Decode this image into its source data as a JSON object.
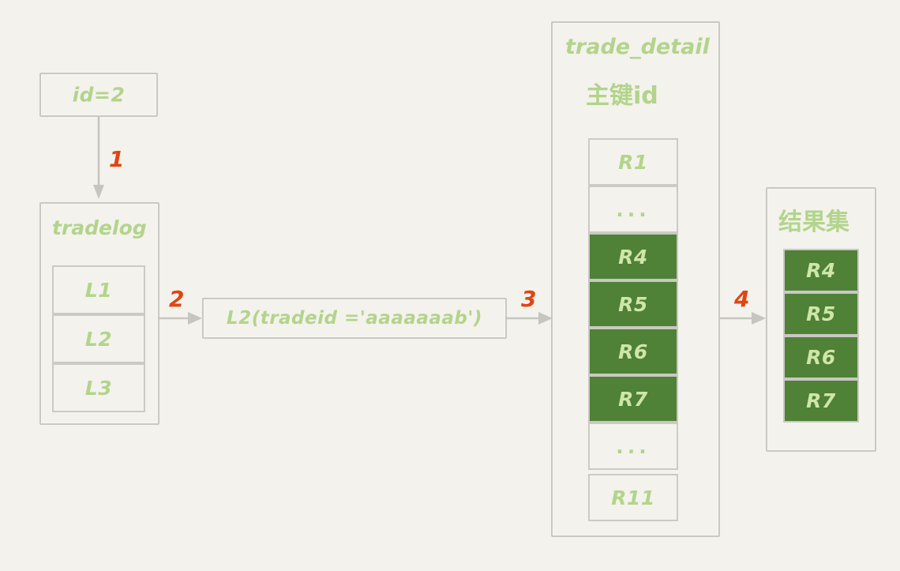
{
  "diagram": {
    "title": "index lookup / back-to-table query flow",
    "background_color": "#f4f2ec",
    "accent_green": "#4f8137",
    "text_green": "#b2d48c",
    "step_color": "#e04512",
    "border_color": "#c9c8c2"
  },
  "input_box": {
    "label": "id=2"
  },
  "tradelog": {
    "title": "tradelog",
    "rows": [
      {
        "label": "L1",
        "highlighted": false
      },
      {
        "label": "L2",
        "highlighted": false
      },
      {
        "label": "L3",
        "highlighted": false
      }
    ]
  },
  "query_box": {
    "label": "L2(tradeid ='aaaaaaab')"
  },
  "trade_detail": {
    "title_line1": "trade_detail",
    "title_line2": "主键id",
    "rows": [
      {
        "label": "R1",
        "highlighted": false
      },
      {
        "label": "...",
        "highlighted": false
      },
      {
        "label": "R4",
        "highlighted": true
      },
      {
        "label": "R5",
        "highlighted": true
      },
      {
        "label": "R6",
        "highlighted": true
      },
      {
        "label": "R7",
        "highlighted": true
      },
      {
        "label": "...",
        "highlighted": false
      },
      {
        "label": "R11",
        "highlighted": false
      }
    ]
  },
  "result_set": {
    "title": "结果集",
    "rows": [
      {
        "label": "R4",
        "highlighted": true
      },
      {
        "label": "R5",
        "highlighted": true
      },
      {
        "label": "R6",
        "highlighted": true
      },
      {
        "label": "R7",
        "highlighted": true
      }
    ]
  },
  "steps": [
    {
      "number": "1"
    },
    {
      "number": "2"
    },
    {
      "number": "3"
    },
    {
      "number": "4"
    }
  ]
}
